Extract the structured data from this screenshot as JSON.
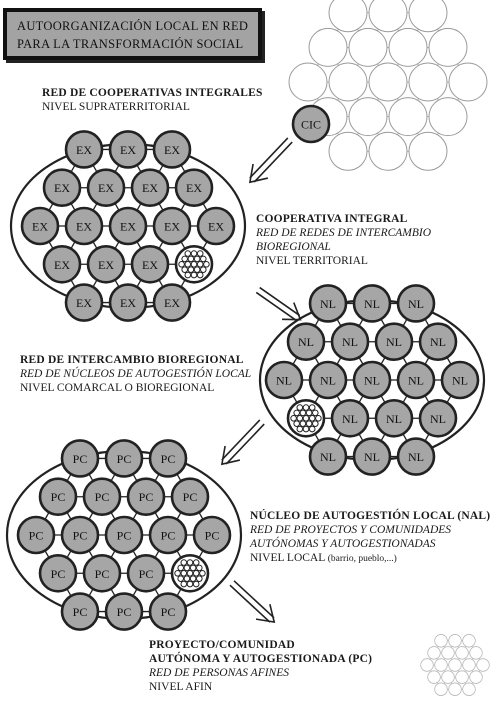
{
  "title": {
    "line1": "AUTOORGANIZACIÓN LOCAL EN RED",
    "line2": "PARA LA TRANSFORMACIÓN SOCIAL"
  },
  "levels": [
    {
      "id": "cic",
      "title": "RED DE COOPERATIVAS INTEGRALES",
      "sub": "",
      "sub2": "",
      "level": "NIVEL SUPRATERRITORIAL"
    },
    {
      "id": "ci",
      "title": "COOPERATIVA INTEGRAL",
      "sub": "RED DE REDES DE INTERCAMBIO",
      "sub2": "BIOREGIONAL",
      "level": "NIVEL TERRITORIAL"
    },
    {
      "id": "rib",
      "title": "RED DE INTERCAMBIO BIOREGIONAL",
      "sub": "RED DE NÚCLEOS DE AUTOGESTIÓN LOCAL",
      "sub2": "",
      "level": "NIVEL COMARCAL O BIOREGIONAL"
    },
    {
      "id": "nal",
      "title": "NÚCLEO DE AUTOGESTIÓN LOCAL (NAL)",
      "sub": "RED DE PROYECTOS Y COMUNIDADES",
      "sub2": "AUTÓNOMAS Y AUTOGESTIONADAS",
      "level": "NIVEL LOCAL",
      "level_note": "(barrio, pueblo,...)"
    },
    {
      "id": "pc",
      "title": "PROYECTO/COMUNIDAD",
      "title2": "AUTÓNOMA Y AUTOGESTIONADA (PC)",
      "sub": "RED DE PERSONAS AFINES",
      "sub2": "",
      "level": "NIVEL AFIN"
    }
  ],
  "node_labels": {
    "cic": "CIC",
    "ex": "EX",
    "nl": "NL",
    "pc": "PC"
  },
  "colors": {
    "node_fill": "#a6a6a6",
    "stroke": "#222222",
    "light_stroke": "#9a9a9a",
    "box": "#a3a3a3"
  }
}
